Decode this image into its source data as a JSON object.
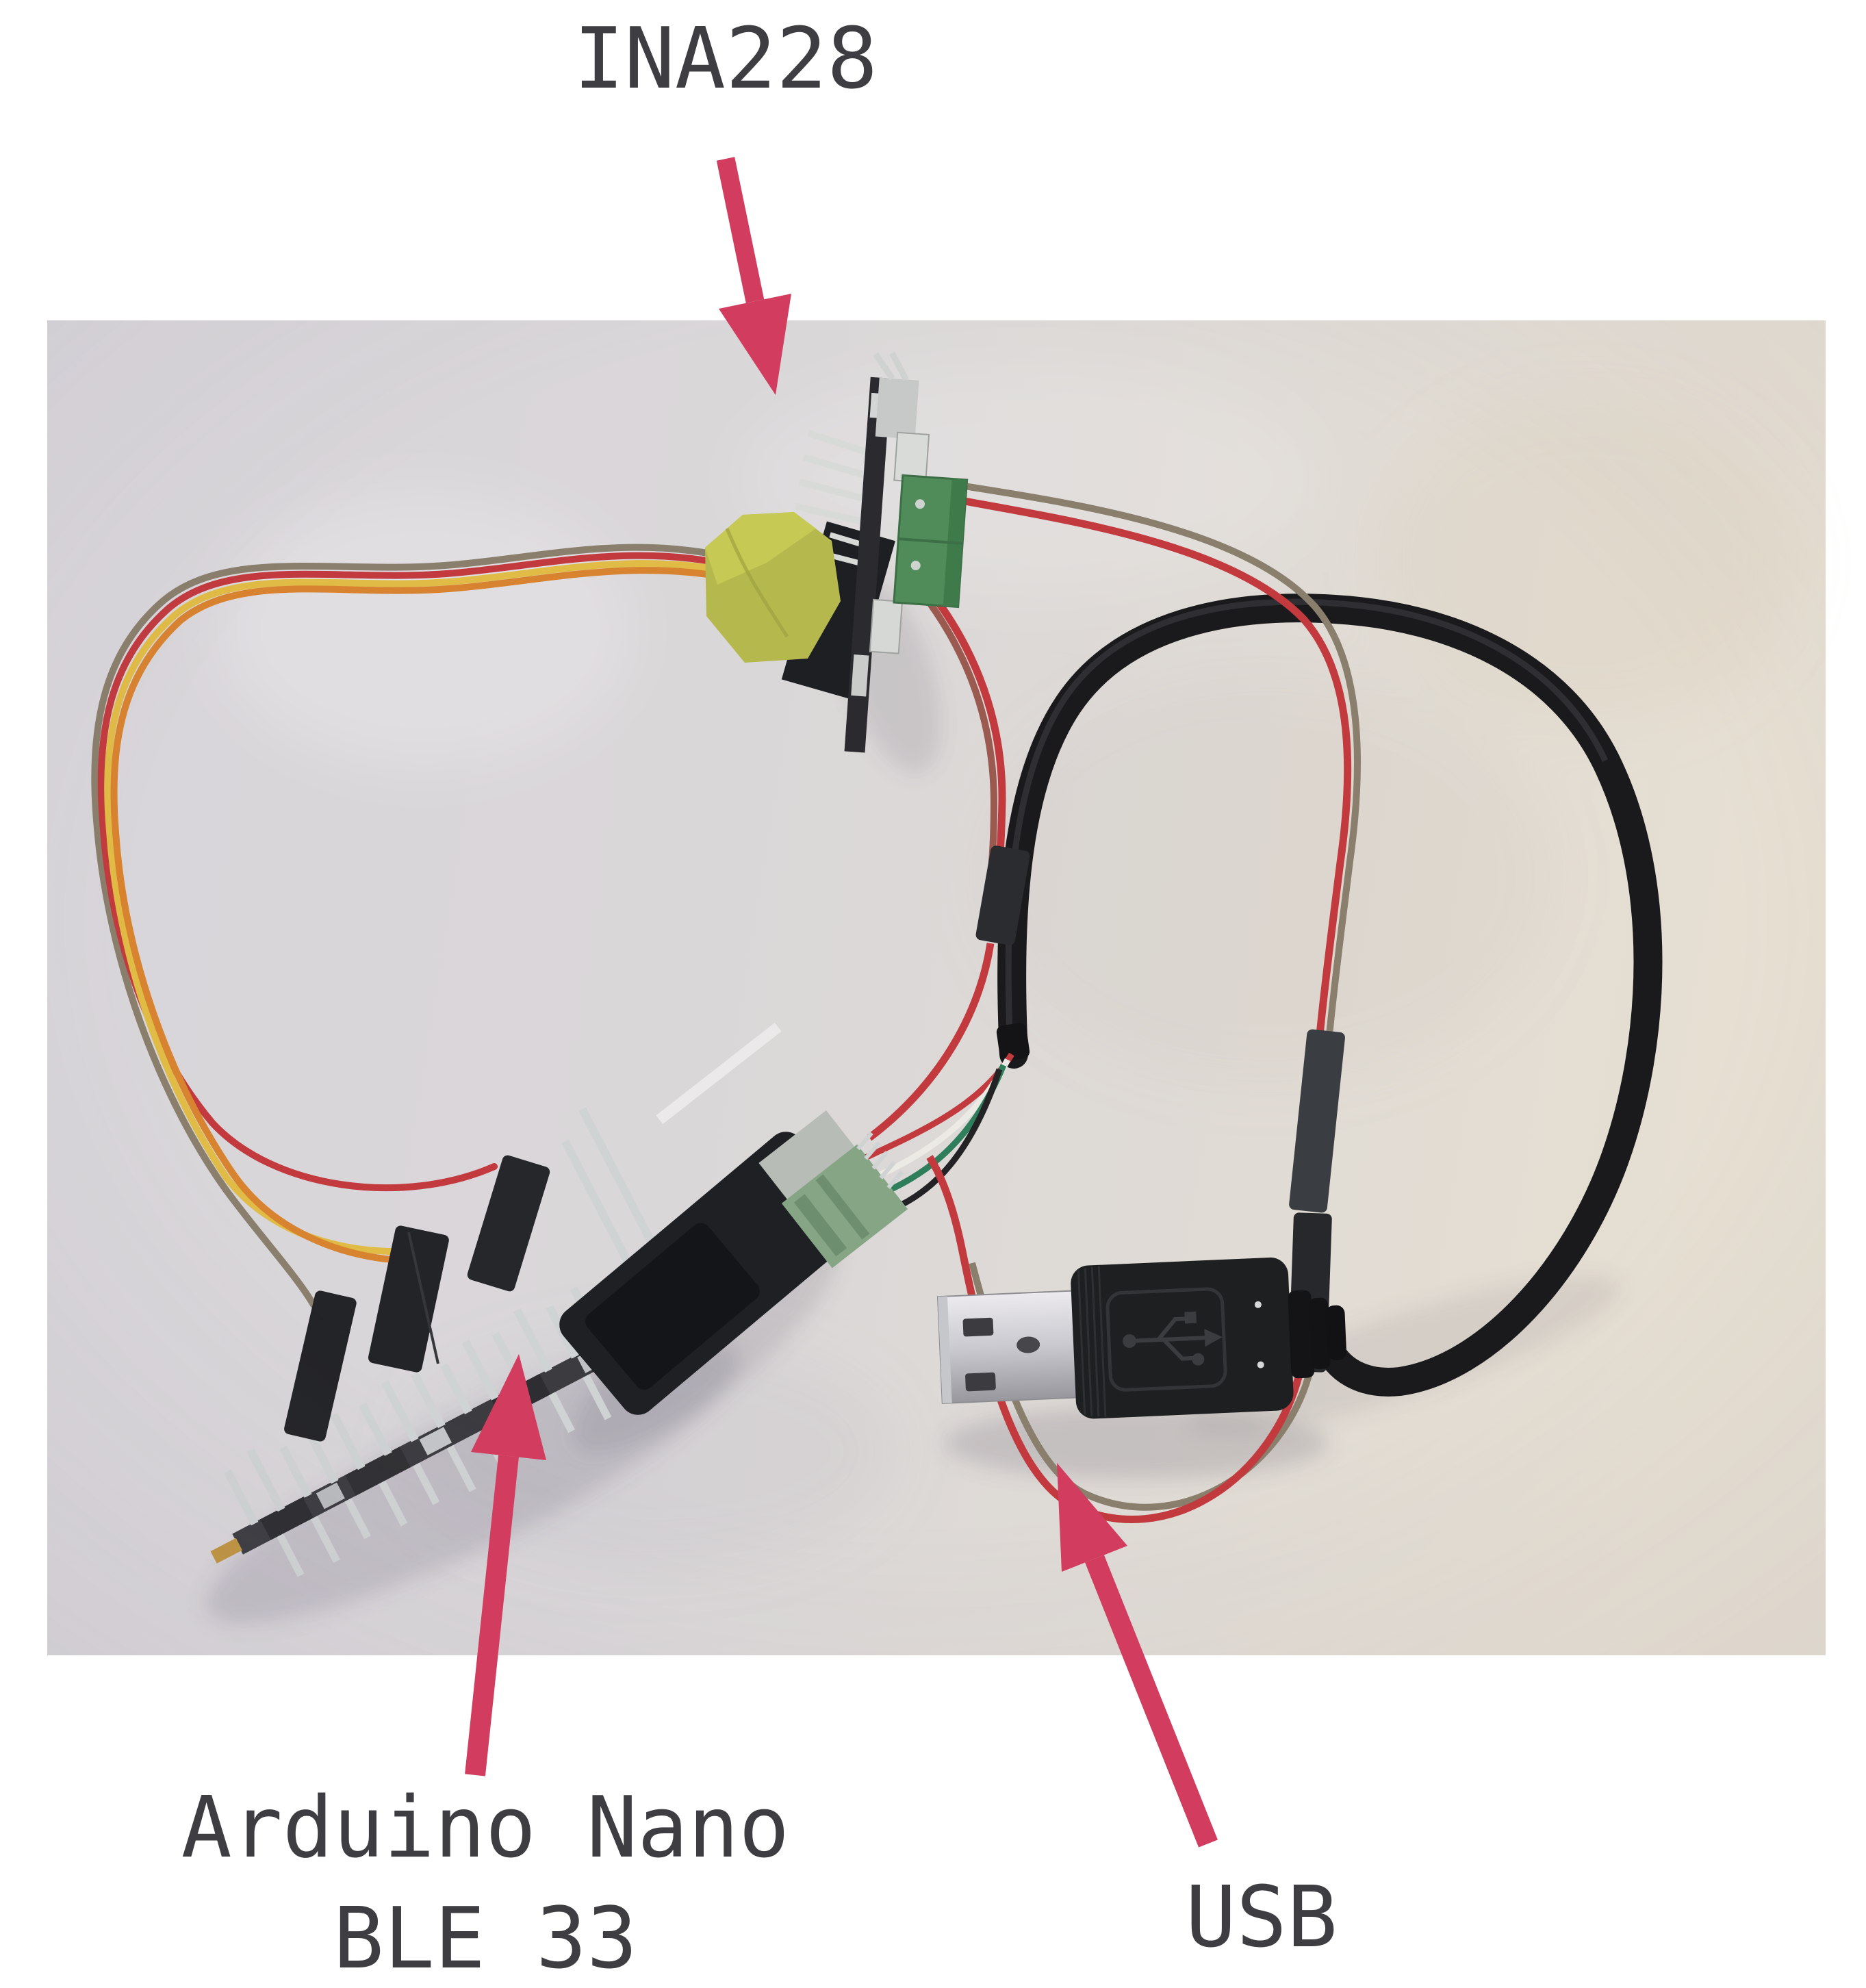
{
  "figure": {
    "kind": "annotated hardware photo",
    "labels": {
      "ina228": "INA228",
      "arduino_line1": "Arduino Nano",
      "arduino_line2": "BLE 33",
      "usb": "USB"
    },
    "colors": {
      "page_background": "#ffffff",
      "arrow": "#d23c5f",
      "label_text": "#3d3d42",
      "paper_left": "#d8d5da",
      "paper_right": "#e6dfd2",
      "usb_cable_black": "#1a1a1d",
      "wire_red": "#c23a3e",
      "wire_dark_red": "#9a5a50",
      "wire_yellow": "#e0bb45",
      "wire_orange": "#d8832f",
      "wire_brown_gray": "#8a7e6c",
      "wire_white": "#eceae4",
      "wire_green": "#2e7d5b",
      "wire_black": "#232325",
      "tape_yellow_green": "#b5b84d",
      "terminal_green": "#4f8c59",
      "breakout_pcb_green": "#85a585",
      "pin_silver": "#d0d3d3"
    }
  }
}
